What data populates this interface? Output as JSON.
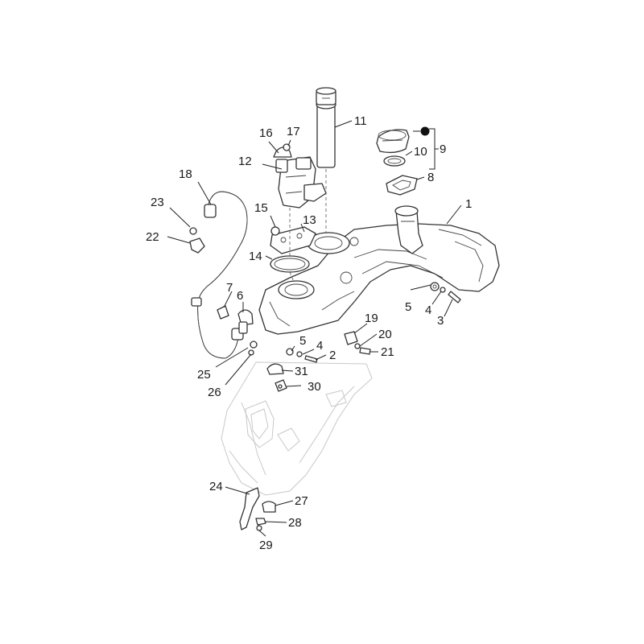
{
  "diagram": {
    "callouts": [
      {
        "id": "c1",
        "label": "1"
      },
      {
        "id": "c2",
        "label": "2"
      },
      {
        "id": "c3",
        "label": "3"
      },
      {
        "id": "c4a",
        "label": "4"
      },
      {
        "id": "c4b",
        "label": "4"
      },
      {
        "id": "c5a",
        "label": "5"
      },
      {
        "id": "c5b",
        "label": "5"
      },
      {
        "id": "c6",
        "label": "6"
      },
      {
        "id": "c7",
        "label": "7"
      },
      {
        "id": "c8",
        "label": "8"
      },
      {
        "id": "c9",
        "label": "9"
      },
      {
        "id": "c10",
        "label": "10"
      },
      {
        "id": "c11",
        "label": "11"
      },
      {
        "id": "c12",
        "label": "12"
      },
      {
        "id": "c13",
        "label": "13"
      },
      {
        "id": "c14",
        "label": "14"
      },
      {
        "id": "c15",
        "label": "15"
      },
      {
        "id": "c16",
        "label": "16"
      },
      {
        "id": "c17",
        "label": "17"
      },
      {
        "id": "c18",
        "label": "18"
      },
      {
        "id": "c19",
        "label": "19"
      },
      {
        "id": "c20",
        "label": "20"
      },
      {
        "id": "c21",
        "label": "21"
      },
      {
        "id": "c22",
        "label": "22"
      },
      {
        "id": "c23",
        "label": "23"
      },
      {
        "id": "c24",
        "label": "24"
      },
      {
        "id": "c25",
        "label": "25"
      },
      {
        "id": "c26",
        "label": "26"
      },
      {
        "id": "c27",
        "label": "27"
      },
      {
        "id": "c28",
        "label": "28"
      },
      {
        "id": "c29",
        "label": "29"
      },
      {
        "id": "c30",
        "label": "30"
      },
      {
        "id": "c31",
        "label": "31"
      }
    ]
  },
  "colors": {
    "line": "#222222",
    "ghost": "#c8c8c8",
    "background": "#ffffff"
  }
}
